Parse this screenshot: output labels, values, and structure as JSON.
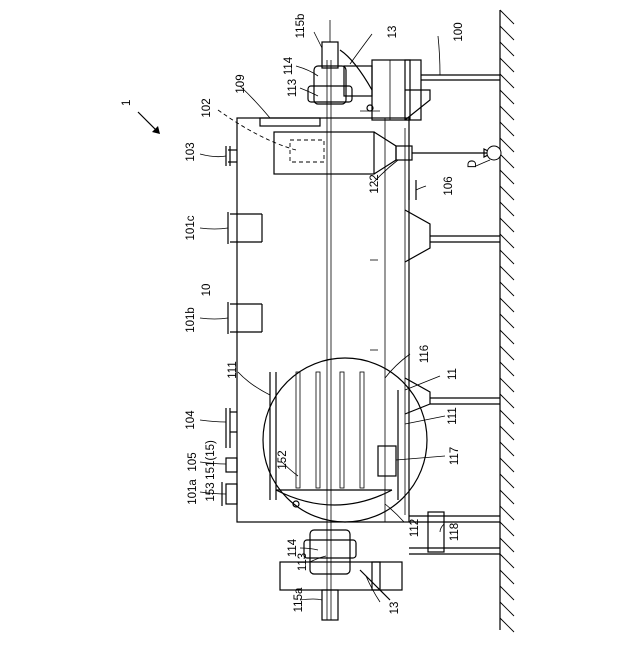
{
  "figure": {
    "assembly_ref": "1",
    "labels": {
      "l115b": "115b",
      "l13_top": "13",
      "l100": "100",
      "l114_top": "114",
      "l113_top": "113",
      "l109": "109",
      "l102": "102",
      "l103": "103",
      "l122": "122",
      "lD": "D",
      "l106": "106",
      "l101c": "101c",
      "l10": "10",
      "l101b": "101b",
      "l111_left": "111",
      "l104": "104",
      "l116": "116",
      "l11": "11",
      "l111_right": "111",
      "l151": "151(15)",
      "l105": "105",
      "l152": "152",
      "l117": "117",
      "l153": "153",
      "l101a": "101a",
      "l112": "112",
      "l118": "118",
      "l114_bot": "114",
      "l113_bot": "113",
      "l115a": "115a",
      "l13_bot": "13"
    },
    "icons": [
      "arrow-icon",
      "ground-hatch"
    ]
  }
}
